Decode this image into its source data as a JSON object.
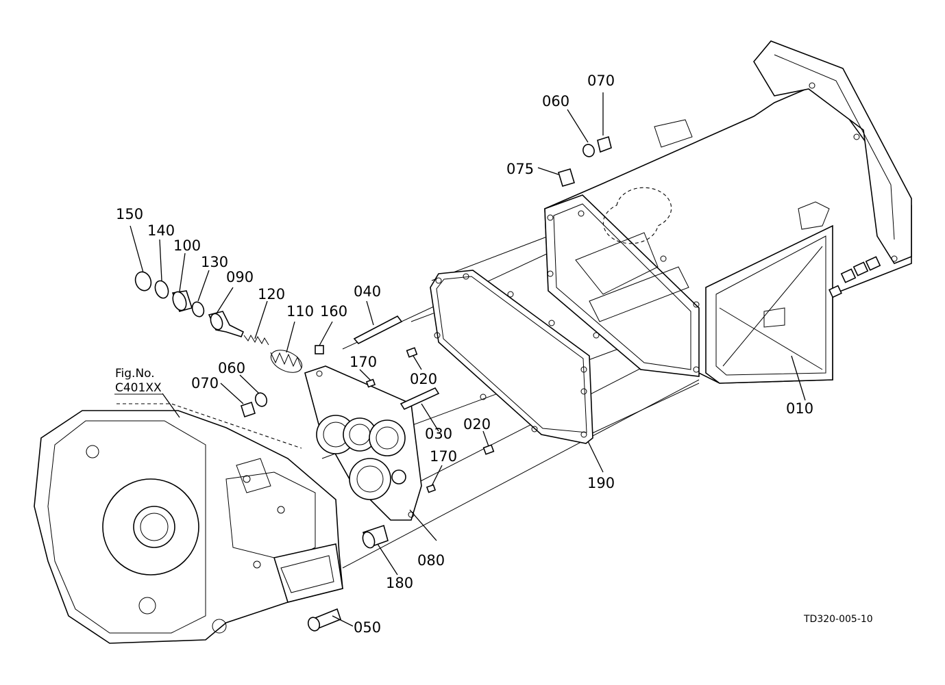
{
  "reference": {
    "fig_label": "Fig.No.",
    "fig_number": "C401XX"
  },
  "drawing_code": "TD320-005-10",
  "parts": [
    {
      "label": "010"
    },
    {
      "label": "020"
    },
    {
      "label": "020"
    },
    {
      "label": "030"
    },
    {
      "label": "040"
    },
    {
      "label": "050"
    },
    {
      "label": "060"
    },
    {
      "label": "060"
    },
    {
      "label": "070"
    },
    {
      "label": "070"
    },
    {
      "label": "075"
    },
    {
      "label": "080"
    },
    {
      "label": "090"
    },
    {
      "label": "100"
    },
    {
      "label": "110"
    },
    {
      "label": "120"
    },
    {
      "label": "130"
    },
    {
      "label": "140"
    },
    {
      "label": "150"
    },
    {
      "label": "160"
    },
    {
      "label": "170"
    },
    {
      "label": "170"
    },
    {
      "label": "180"
    },
    {
      "label": "190"
    }
  ]
}
